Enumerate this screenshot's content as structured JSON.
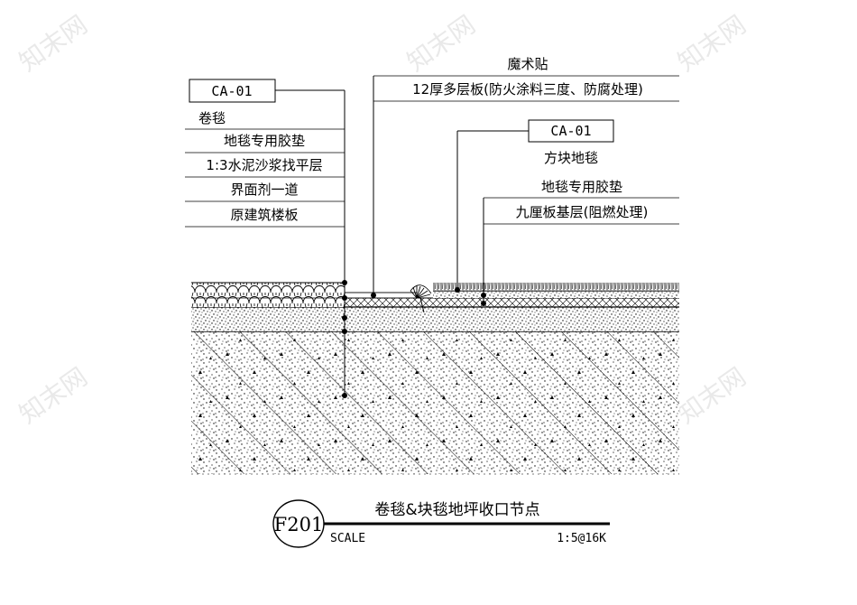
{
  "callout_left": {
    "tag": "CA-01",
    "title": "卷毯",
    "layers": [
      "地毯专用胶垫",
      "1:3水泥沙浆找平层",
      "界面剂一道",
      "原建筑楼板"
    ]
  },
  "callout_top": {
    "title": "魔术贴",
    "layer": "12厚多层板(防火涂料三度、防腐处理)"
  },
  "callout_right": {
    "tag": "CA-01",
    "title": "方块地毯",
    "layers": [
      "地毯专用胶垫",
      "九厘板基层(阻燃处理)"
    ]
  },
  "title_block": {
    "drawing_no": "F201",
    "title": "卷毯&块毯地坪收口节点",
    "scale_label": "SCALE",
    "scale_value": "1:5@16K"
  },
  "watermark": "知末网"
}
